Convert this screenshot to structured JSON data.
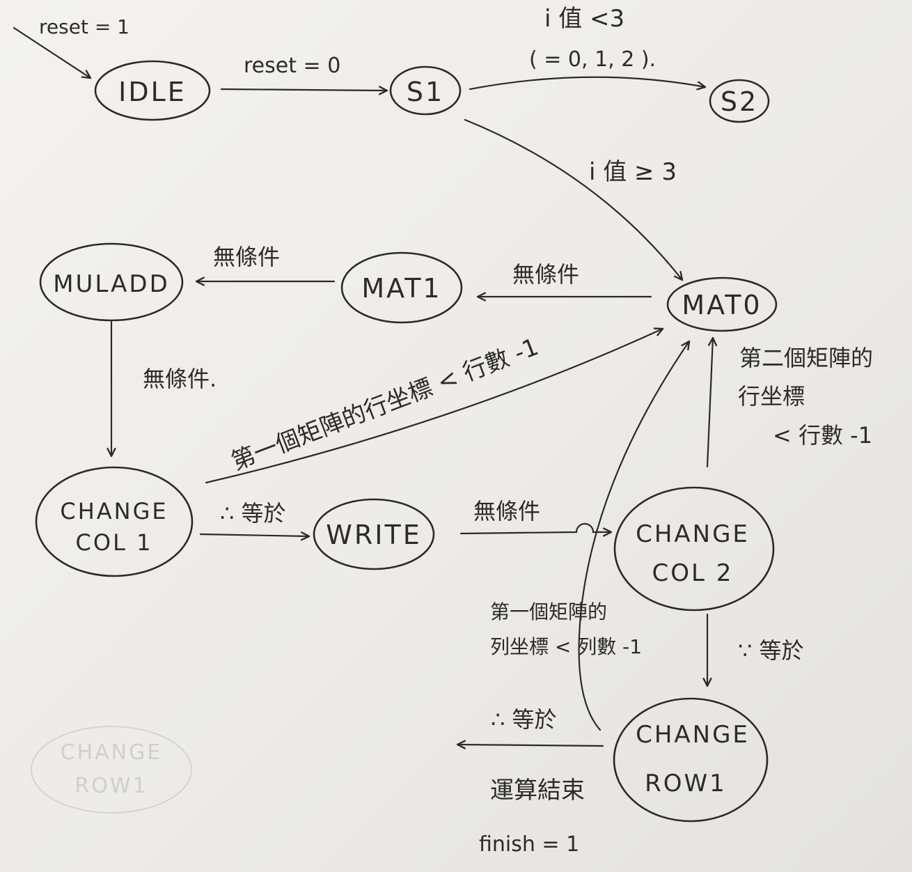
{
  "states": {
    "idle": "IDLE",
    "s1": "S1",
    "s2": "S2",
    "mat0": "MAT0",
    "mat1": "MAT1",
    "muladd": "MULADD",
    "change_col1": [
      "CHANGE",
      "COL 1"
    ],
    "write": "WRITE",
    "change_col2": [
      "CHANGE",
      "COL 2"
    ],
    "change_row1": [
      "CHANGE",
      "ROW1"
    ]
  },
  "edges": {
    "reset_entry": "reset = 1",
    "idle_to_s1": "reset = 0",
    "s1_to_s2": [
      "i 值 <3",
      "( = 0, 1, 2 )."
    ],
    "s1_to_mat0": "i 值 ≥ 3",
    "mat1_to_muladd": "無條件",
    "mat0_to_mat1": "無條件",
    "muladd_to_changecol1": "無條件.",
    "changecol1_to_mat0": "第一個矩陣的行坐標 < 行數 -1",
    "changecol1_to_write": "∴ 等於",
    "write_to_changecol2": "無條件",
    "changecol2_to_mat0": [
      "第二個矩陣的",
      "行坐標",
      "< 行數 -1"
    ],
    "changecol2_to_changerow1": "∵ 等於",
    "changerow1_to_mat0": [
      "第一個矩陣的",
      "列坐標 < 列數 -1"
    ],
    "changerow1_exit": "∴ 等於",
    "finish_note": [
      "運算結束",
      "finish = 1"
    ]
  },
  "ghost": {
    "state": [
      "CHANGE",
      "ROW1"
    ]
  }
}
